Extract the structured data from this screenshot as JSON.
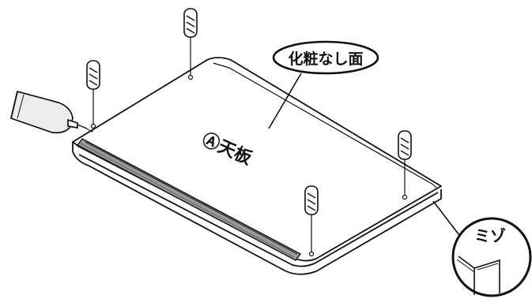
{
  "labels": {
    "finish_side": "化粧なし面",
    "panel_name": "Ⓐ天板",
    "groove": "ミゾ"
  },
  "colors": {
    "line": "#111111",
    "background": "#ffffff",
    "groove_fill": "#9a9a9a",
    "glue_tube": "#ececec"
  },
  "icons": {
    "dowel": "wooden-dowel-icon",
    "glue": "glue-tube-icon"
  }
}
